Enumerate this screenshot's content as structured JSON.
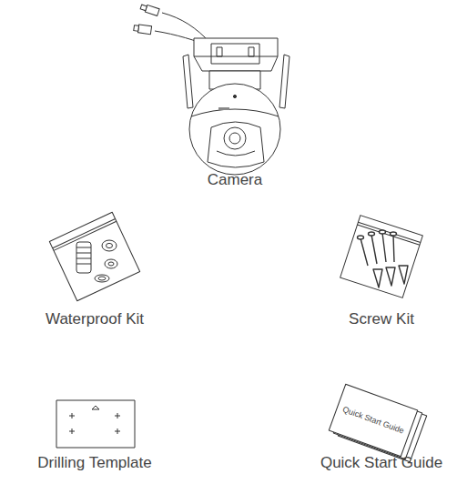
{
  "diagram": {
    "labels": [
      "Camera",
      "Waterproof Kit",
      "Screw Kit",
      "Drilling Template",
      "Quick Start Guide",
      "Quick Start Guide"
    ]
  }
}
